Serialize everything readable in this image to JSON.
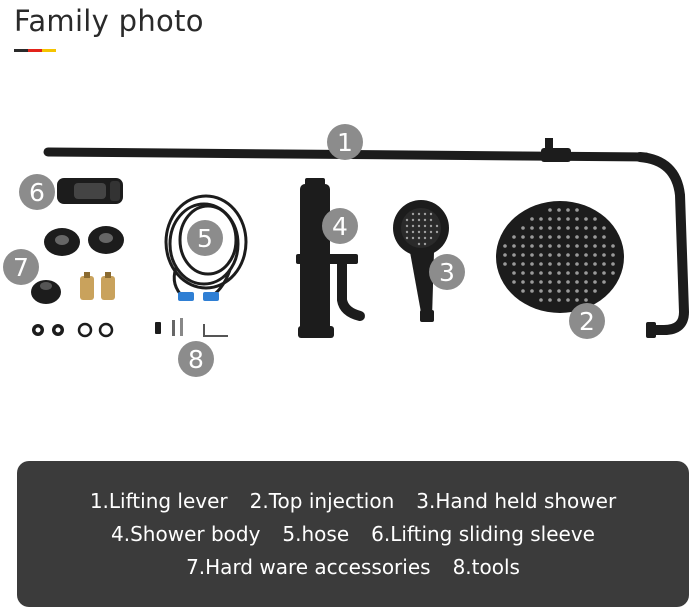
{
  "title": "Family photo",
  "colors": {
    "background": "#ffffff",
    "part": "#1c1c1c",
    "badge": "#8c8c8c",
    "legend_bg": "#3b3b3b",
    "legend_text": "#ffffff",
    "underline": [
      "#2a2a2a",
      "#e2231a",
      "#f5c400"
    ],
    "hose_accent": "#2f7fd4",
    "brass": "#c9a25c"
  },
  "badges": [
    "1",
    "2",
    "3",
    "4",
    "5",
    "6",
    "7",
    "8"
  ],
  "legend": {
    "rows": [
      [
        "1.Lifting lever",
        "2.Top injection",
        "3.Hand held shower"
      ],
      [
        "4.Shower body",
        "5.hose",
        "6.Lifting sliding sleeve"
      ],
      [
        "7.Hard ware accessories",
        "8.tools"
      ]
    ]
  }
}
